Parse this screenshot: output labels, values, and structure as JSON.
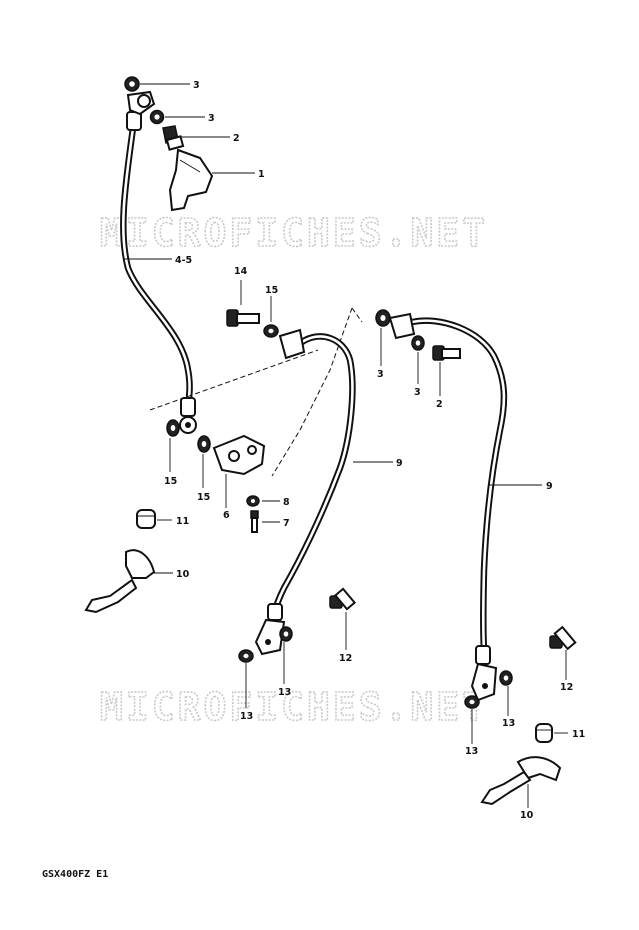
{
  "watermark": "MICROFICHES.NET",
  "model_code": "GSX400FZ E1",
  "callouts": {
    "c1": "1",
    "c2a": "2",
    "c2b": "2",
    "c3a": "3",
    "c3b": "3",
    "c3c": "3",
    "c3d": "3",
    "c45": "4-5",
    "c6": "6",
    "c7": "7",
    "c8": "8",
    "c9a": "9",
    "c9b": "9",
    "c10a": "10",
    "c10b": "10",
    "c11a": "11",
    "c11b": "11",
    "c12a": "12",
    "c12b": "12",
    "c13a": "13",
    "c13b": "13",
    "c13c": "13",
    "c13d": "13",
    "c14": "14",
    "c15a": "15",
    "c15b": "15",
    "c15c": "15"
  }
}
